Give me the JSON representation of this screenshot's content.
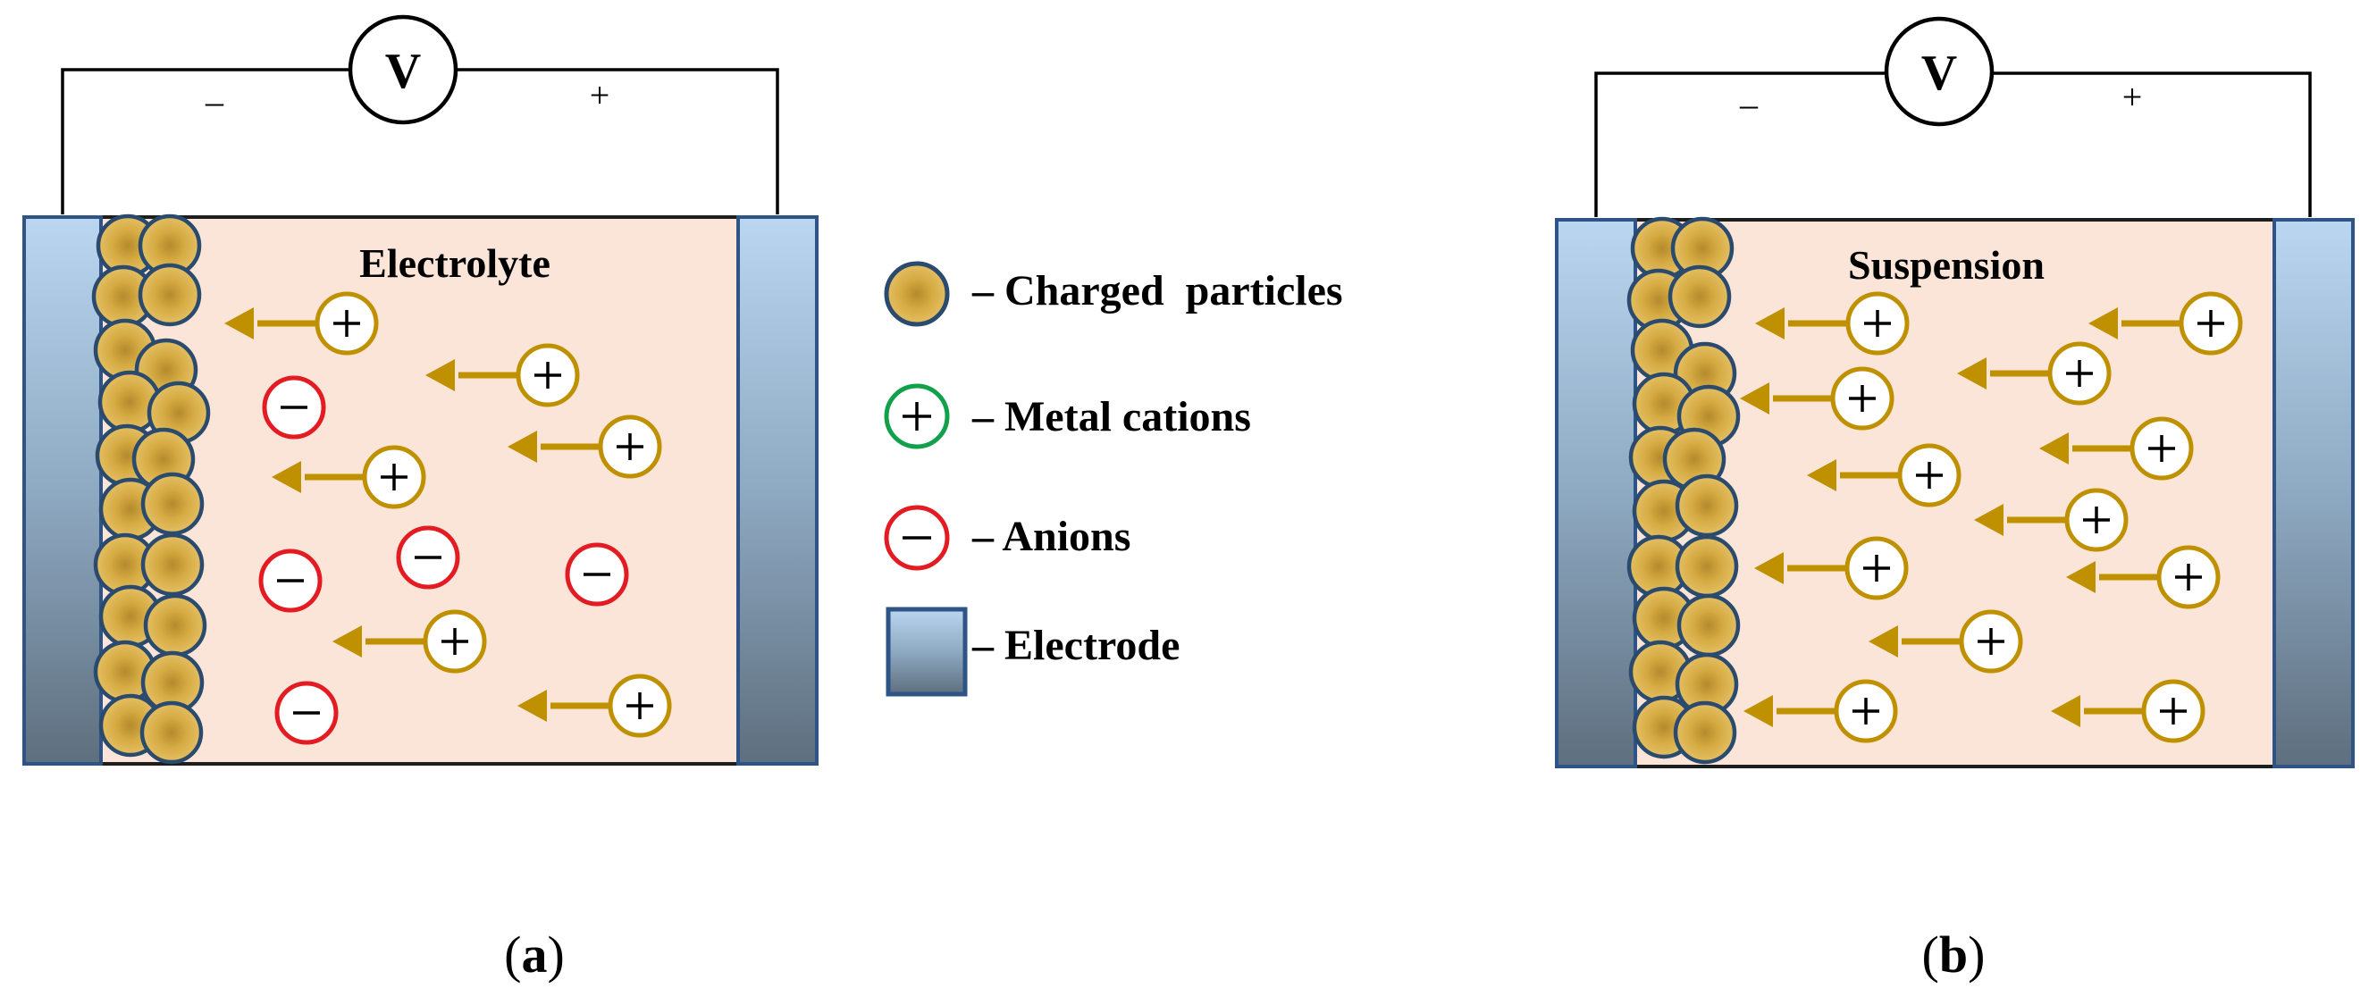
{
  "panel_a": {
    "medium_label": "Electrolyte",
    "caption_open": "(",
    "caption_letter": "a",
    "caption_close": ")",
    "meter_symbol": "V",
    "negative_sign": "–",
    "positive_sign": "+"
  },
  "panel_b": {
    "medium_label": "Suspension",
    "caption_open": "(",
    "caption_letter": "b",
    "caption_close": ")",
    "meter_symbol": "V",
    "negative_sign": "–",
    "positive_sign": "+"
  },
  "legend": {
    "charged_particles": "– Charged  particles",
    "metal_cations": "– Metal cations",
    "anions": "– Anions",
    "electrode": "– Electrode"
  },
  "colors": {
    "solution_fill": "#fbe5d8",
    "electrode_border": "#2e5487",
    "electrode_top": "#b9d5ef",
    "electrode_bottom": "#5f7383",
    "particle_fill": "#d9ad3c",
    "particle_border": "#2a4a6e",
    "arrow": "#bf9000",
    "cation_ring_panel": "#bf9000",
    "cation_ring_legend": "#12a04a",
    "anion_ring": "#e31b23"
  }
}
